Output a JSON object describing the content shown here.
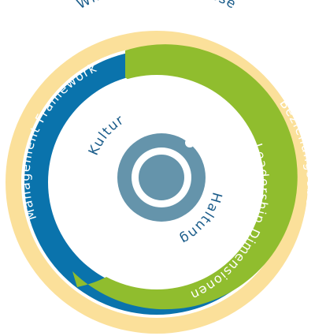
{
  "colors": {
    "outer_ring": "#fbe09a",
    "management_band": "#0a73ac",
    "leadership_band": "#90bd2e",
    "core": "#6594ab",
    "label_dark": "#1a5c8a",
    "label_light": "#ffffff",
    "background": "#ffffff"
  },
  "labels": {
    "outer_top": "Wirkung / Ergebnisse",
    "outer_right": "Beziehungsebene",
    "management": "Management Framework",
    "leadership": "Leadership Dimensionen",
    "inner_left": "Kultur",
    "inner_right": "Haltung"
  }
}
